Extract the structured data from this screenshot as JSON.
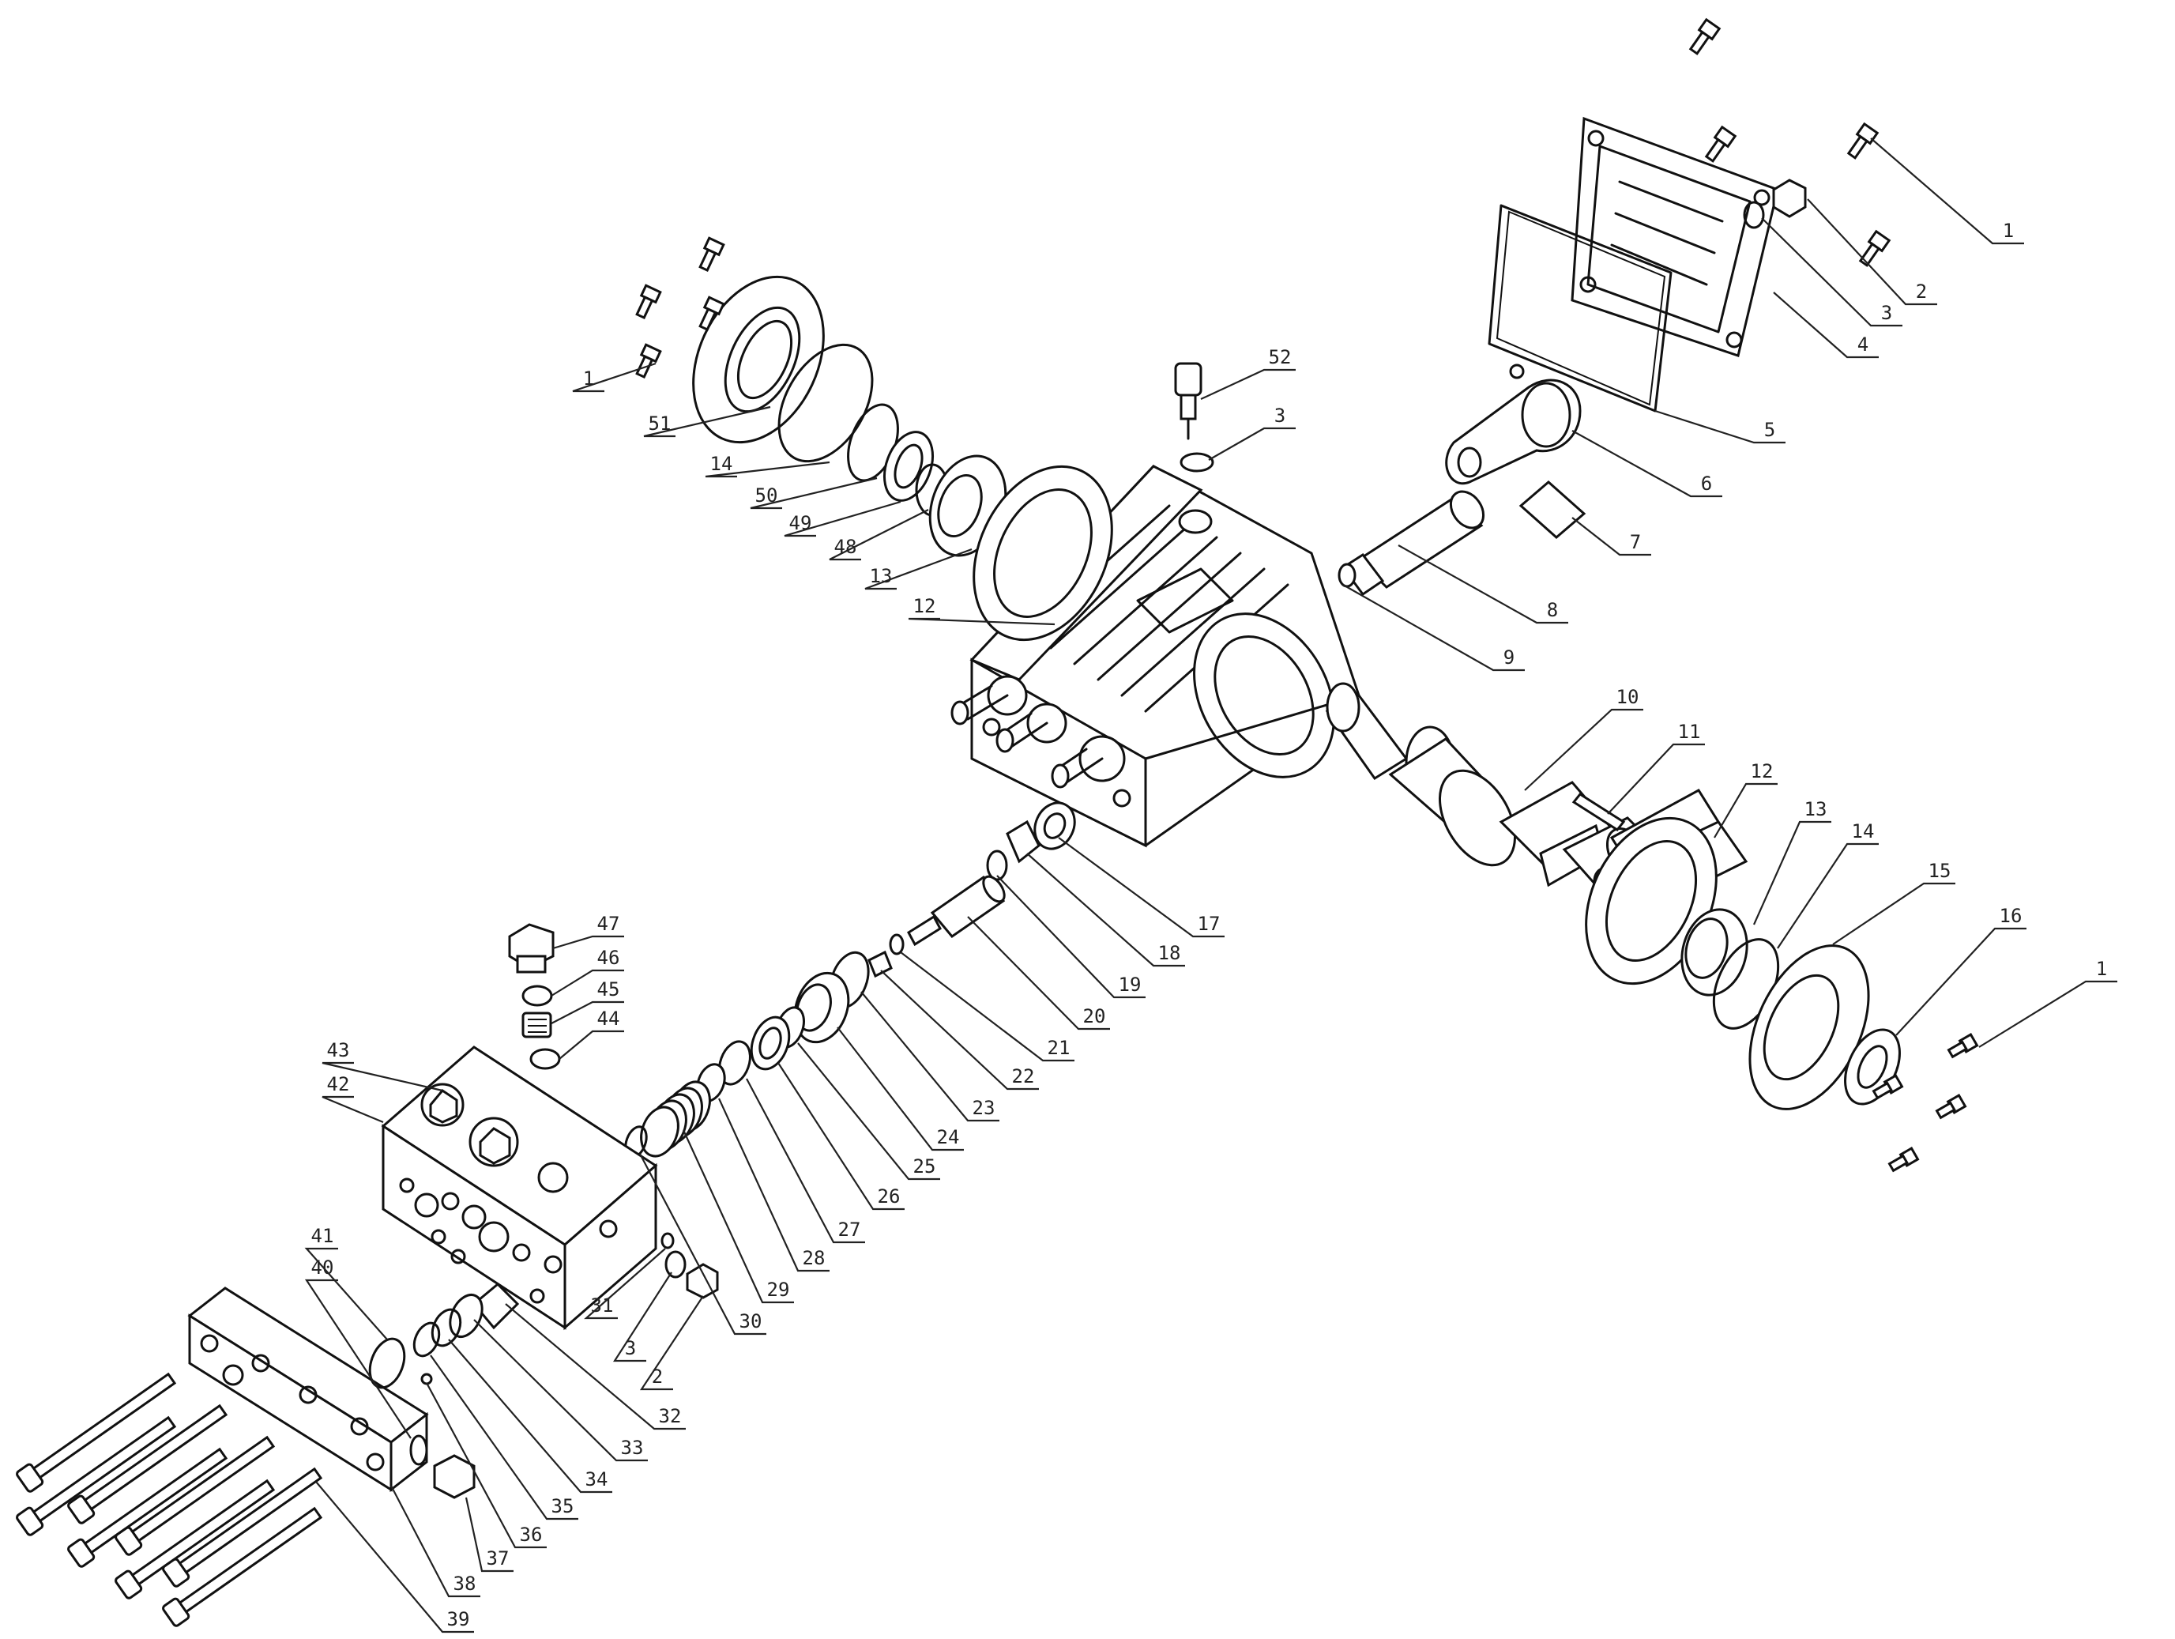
{
  "callouts": [
    {
      "id": "c1a",
      "label": "1"
    },
    {
      "id": "c2a",
      "label": "2"
    },
    {
      "id": "c3a",
      "label": "3"
    },
    {
      "id": "c4",
      "label": "4"
    },
    {
      "id": "c5",
      "label": "5"
    },
    {
      "id": "c6",
      "label": "6"
    },
    {
      "id": "c7",
      "label": "7"
    },
    {
      "id": "c8",
      "label": "8"
    },
    {
      "id": "c9",
      "label": "9"
    },
    {
      "id": "c10",
      "label": "10"
    },
    {
      "id": "c11",
      "label": "11"
    },
    {
      "id": "c12a",
      "label": "12"
    },
    {
      "id": "c13a",
      "label": "13"
    },
    {
      "id": "c14a",
      "label": "14"
    },
    {
      "id": "c15",
      "label": "15"
    },
    {
      "id": "c16",
      "label": "16"
    },
    {
      "id": "c1b",
      "label": "1"
    },
    {
      "id": "c52",
      "label": "52"
    },
    {
      "id": "c3b",
      "label": "3"
    },
    {
      "id": "c1c",
      "label": "1"
    },
    {
      "id": "c51",
      "label": "51"
    },
    {
      "id": "c14b",
      "label": "14"
    },
    {
      "id": "c50",
      "label": "50"
    },
    {
      "id": "c49",
      "label": "49"
    },
    {
      "id": "c48",
      "label": "48"
    },
    {
      "id": "c13b",
      "label": "13"
    },
    {
      "id": "c12b",
      "label": "12"
    },
    {
      "id": "c17",
      "label": "17"
    },
    {
      "id": "c18",
      "label": "18"
    },
    {
      "id": "c19",
      "label": "19"
    },
    {
      "id": "c20",
      "label": "20"
    },
    {
      "id": "c21",
      "label": "21"
    },
    {
      "id": "c22",
      "label": "22"
    },
    {
      "id": "c23",
      "label": "23"
    },
    {
      "id": "c24",
      "label": "24"
    },
    {
      "id": "c25",
      "label": "25"
    },
    {
      "id": "c26",
      "label": "26"
    },
    {
      "id": "c27",
      "label": "27"
    },
    {
      "id": "c28",
      "label": "28"
    },
    {
      "id": "c29",
      "label": "29"
    },
    {
      "id": "c30",
      "label": "30"
    },
    {
      "id": "c47",
      "label": "47"
    },
    {
      "id": "c46",
      "label": "46"
    },
    {
      "id": "c45",
      "label": "45"
    },
    {
      "id": "c44",
      "label": "44"
    },
    {
      "id": "c43",
      "label": "43"
    },
    {
      "id": "c42",
      "label": "42"
    },
    {
      "id": "c31",
      "label": "31"
    },
    {
      "id": "c3c",
      "label": "3"
    },
    {
      "id": "c2b",
      "label": "2"
    },
    {
      "id": "c41",
      "label": "41"
    },
    {
      "id": "c40",
      "label": "40"
    },
    {
      "id": "c32",
      "label": "32"
    },
    {
      "id": "c33",
      "label": "33"
    },
    {
      "id": "c34",
      "label": "34"
    },
    {
      "id": "c35",
      "label": "35"
    },
    {
      "id": "c36",
      "label": "36"
    },
    {
      "id": "c37",
      "label": "37"
    },
    {
      "id": "c38",
      "label": "38"
    },
    {
      "id": "c39",
      "label": "39"
    }
  ]
}
